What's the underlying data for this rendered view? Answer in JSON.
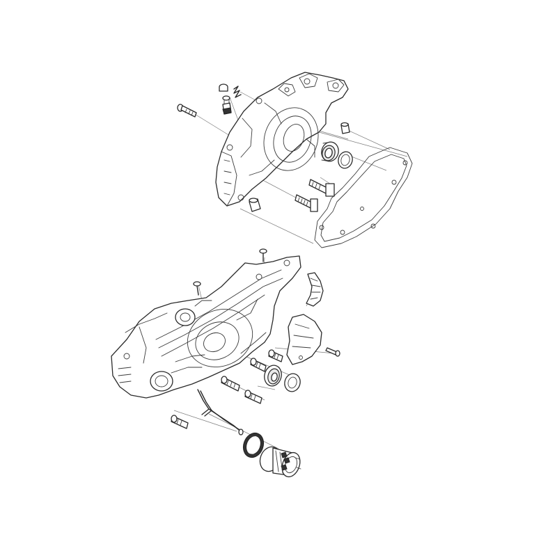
{
  "figure": {
    "kind": "exploded parts diagram",
    "background_color": "#ffffff",
    "line_color": "#2a2a2a",
    "assemblies": [
      {
        "id": "upper",
        "parts": [
          "crankcase-half",
          "gasket",
          "bearing",
          "seal-ring",
          "long-bolt",
          "short-bolt",
          "spring",
          "cap",
          "plug",
          "dowel-pin",
          "sleeve"
        ]
      },
      {
        "id": "lower",
        "parts": [
          "crankcase-half",
          "bearing",
          "seal-ring",
          "bracket",
          "rubber-buffer",
          "cover-plate",
          "bolt",
          "stud-bolt",
          "oil-pump-gear",
          "o-ring",
          "screw"
        ]
      }
    ]
  }
}
